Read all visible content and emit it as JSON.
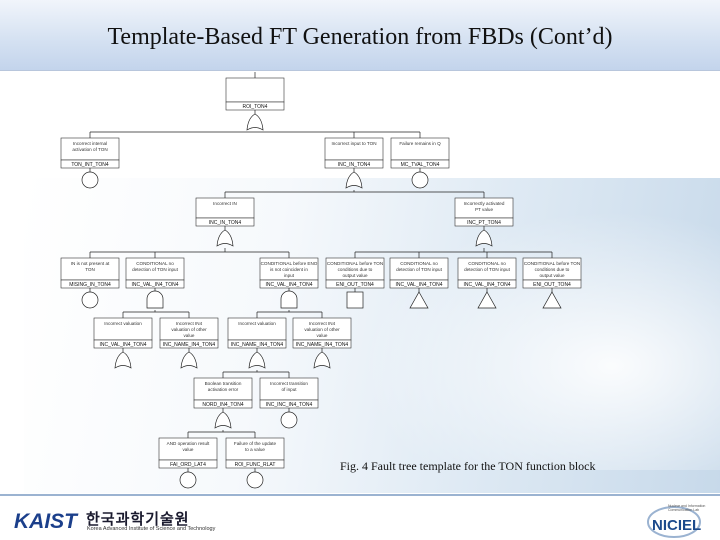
{
  "slide": {
    "title": "Template-Based FT Generation from FBDs (Cont’d)",
    "caption": "Fig. 4 Fault tree template for the TON function block"
  },
  "logos": {
    "kaist_wordmark": "KAIST",
    "kaist_korean": "한국과학기술원",
    "kaist_english": "Korea Advanced Institute of Science and Technology",
    "niciel_wordmark": "NICIEL",
    "niciel_tagline": "Nuclear and Information Communication Lab"
  },
  "fault_tree": {
    "nodes": [
      {
        "id": "top",
        "desc": "",
        "label": "ROI_TON4",
        "gate": "or"
      },
      {
        "id": "n1",
        "desc": "Incorrect internal activation of TON",
        "label": "TON_INT_TON4",
        "gate": "circle"
      },
      {
        "id": "n2",
        "desc": "Incorrect input to TON",
        "label": "INC_IN_TON4",
        "gate": "or"
      },
      {
        "id": "n3",
        "desc": "Failure remains in Q",
        "label": "MC_TVAL_TON4",
        "gate": "circle"
      },
      {
        "id": "n4",
        "desc": "Incorrect IN",
        "label": "INC_IN_TON4",
        "gate": "or"
      },
      {
        "id": "n5",
        "desc": "Incorrectly activated PT value",
        "label": "INC_PT_TON4",
        "gate": "or"
      },
      {
        "id": "n6",
        "desc": "IN is not present at TON",
        "label": "MISING_IN_TON4",
        "gate": "circle"
      },
      {
        "id": "n7",
        "desc": "CONDITIONAL no detection of TON input",
        "label": "INC_VAL_IN4_TON4",
        "gate": "and"
      },
      {
        "id": "n8",
        "desc": "CONDITIONAL before ENO is not coincident in input",
        "label": "INC_VAL_IN4_TON4",
        "gate": "and"
      },
      {
        "id": "n9",
        "desc": "CONDITIONAL before TON conditions due to output value",
        "label": "ENI_OUT_TON4",
        "gate": "box"
      },
      {
        "id": "n10",
        "desc": "CONDITIONAL no detection of TON input",
        "label": "INC_VAL_IN4_TON4",
        "gate": "tri"
      },
      {
        "id": "n11",
        "desc": "CONDITIONAL no detection of TON input",
        "label": "INC_VAL_IN4_TON4",
        "gate": "tri"
      },
      {
        "id": "n12",
        "desc": "CONDITIONAL before TON conditions due to output value",
        "label": "ENI_OUT_TON4",
        "gate": "tri"
      },
      {
        "id": "n13",
        "desc": "Incorrect valuation",
        "label": "INC_VAL_IN4_TON4",
        "gate": "or"
      },
      {
        "id": "n14",
        "desc": "Incorrect IN4 valuation of other value",
        "label": "INC_NAME_IN4_TON4",
        "gate": "or"
      },
      {
        "id": "n15",
        "desc": "Incorrect valuation",
        "label": "INC_NAME_IN4_TON4",
        "gate": "or"
      },
      {
        "id": "n16",
        "desc": "Incorrect IN4 valuation of other value",
        "label": "INC_NAME_IN4_TON4",
        "gate": "or"
      },
      {
        "id": "n17",
        "desc": "Boolean transition activation error",
        "label": "NORD_IN4_TON4",
        "gate": "or"
      },
      {
        "id": "n18",
        "desc": "Incorrect transition of input",
        "label": "INC_INC_IN4_TON4",
        "gate": "circle"
      },
      {
        "id": "n19",
        "desc": "AND operation result value",
        "label": "FAI_ORD_LAT4",
        "gate": "circle"
      },
      {
        "id": "n20",
        "desc": "Failure of the update to a value",
        "label": "ROI_FUNC_RLAT",
        "gate": "circle"
      }
    ]
  }
}
